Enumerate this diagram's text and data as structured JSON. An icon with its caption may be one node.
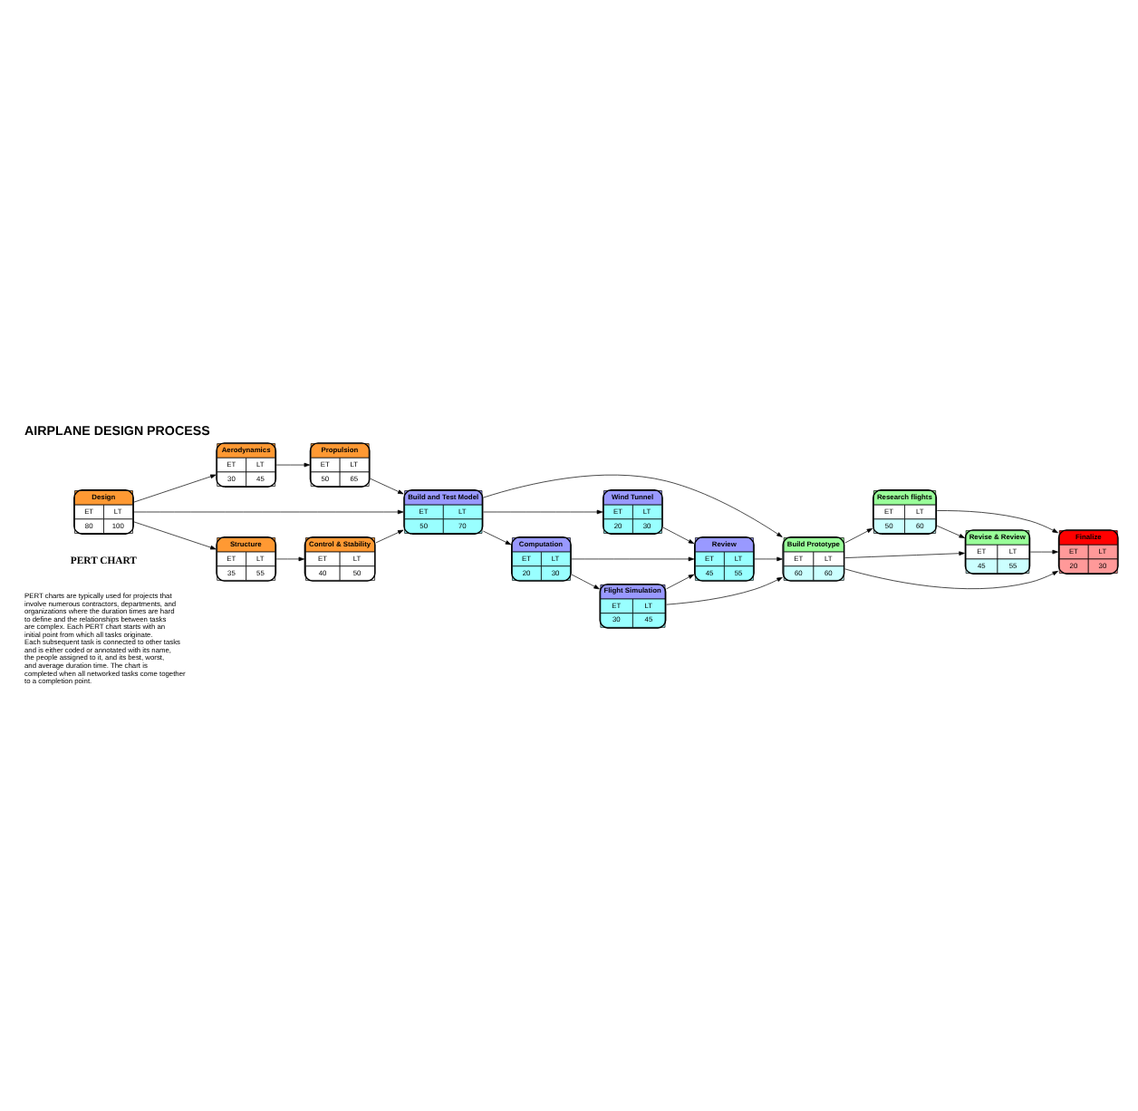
{
  "diagram": {
    "title": "AIRPLANE DESIGN PROCESS",
    "nodes": [
      {
        "text": [
          "Aerodynamics",
          "ET",
          "LT",
          "30",
          "45"
        ]
      },
      {
        "text": [
          "Propulsion",
          "ET",
          "LT",
          "50",
          "65"
        ]
      },
      {
        "text": [
          "Wind Tunnel",
          "ET",
          "LT",
          "20",
          "30"
        ]
      },
      {
        "text": [
          "Review",
          "ET",
          "LT",
          "45",
          "55"
        ]
      },
      {
        "text": [
          "Research flights",
          "ET",
          "LT",
          "50",
          "60"
        ]
      },
      {
        "text": [
          "Design",
          "ET",
          "LT",
          "80",
          "100"
        ]
      },
      {
        "text": [
          "Build and Test Model",
          "ET",
          "LT",
          "50",
          "70"
        ]
      },
      {
        "text": [
          "Build Prototype",
          "ET",
          "LT",
          "60",
          "60"
        ]
      },
      {
        "text": [
          "Finalize",
          "ET",
          "LT",
          "20",
          "30"
        ]
      },
      {
        "text": [
          "Structure",
          "ET",
          "LT",
          "35",
          "55"
        ]
      },
      {
        "text": [
          "Control & Stability",
          "ET",
          "LT",
          "40",
          "50"
        ]
      },
      {
        "text": [
          "Computation",
          "ET",
          "LT",
          "20",
          "30"
        ]
      },
      {
        "text": [
          "Flight Simulation",
          "ET",
          "LT",
          "30",
          "45"
        ]
      },
      {
        "text": [
          "Revise & Review",
          "ET",
          "LT",
          "45",
          "55"
        ]
      }
    ],
    "edges": [
      {
        "from": 5,
        "to": 0,
        "arrow": "to"
      },
      {
        "from": 0,
        "to": 1,
        "arrow": "to"
      },
      {
        "from": 1,
        "to": 6,
        "arrow": "to"
      },
      {
        "from": 5,
        "to": 6,
        "arrow": "to"
      },
      {
        "from": 5,
        "to": 9,
        "arrow": "to"
      },
      {
        "from": 9,
        "to": 10,
        "arrow": "to"
      },
      {
        "from": 10,
        "to": 6,
        "arrow": "to"
      },
      {
        "from": 6,
        "to": 2,
        "arrow": "to"
      },
      {
        "from": 6,
        "to": 11,
        "arrow": "to"
      },
      {
        "from": 6,
        "to": 7,
        "arrow": "to"
      },
      {
        "from": 2,
        "to": 3,
        "arrow": "to"
      },
      {
        "from": 11,
        "to": 3,
        "arrow": "to"
      },
      {
        "from": 11,
        "to": 12,
        "arrow": "to"
      },
      {
        "from": 12,
        "to": 3,
        "arrow": "to"
      },
      {
        "from": 12,
        "to": 7,
        "arrow": "to"
      },
      {
        "from": 3,
        "to": 7,
        "arrow": "to"
      },
      {
        "from": 7,
        "to": 4,
        "arrow": "to"
      },
      {
        "from": 7,
        "to": 8,
        "arrow": "to"
      },
      {
        "from": 7,
        "to": 13,
        "arrow": "to"
      },
      {
        "from": 4,
        "to": 8,
        "arrow": "to"
      },
      {
        "from": 4,
        "to": 13,
        "arrow": "to"
      },
      {
        "from": 13,
        "to": 8,
        "arrow": "to"
      }
    ],
    "labels": [
      "PERT CHART",
      "PERT charts are typically used for projects that involve numerous contractors, departments, and organizations where the duration times are hard to define and the relationships between tasks are complex. Each PERT chart starts with an initial point from which all tasks originate. Each subsequent task is connected to other tasks and is either coded or annotated with its name, the people assigned to it, and its best, worst, and average duration time. The chart is completed when all networked tasks come together to a completion point."
    ]
  }
}
